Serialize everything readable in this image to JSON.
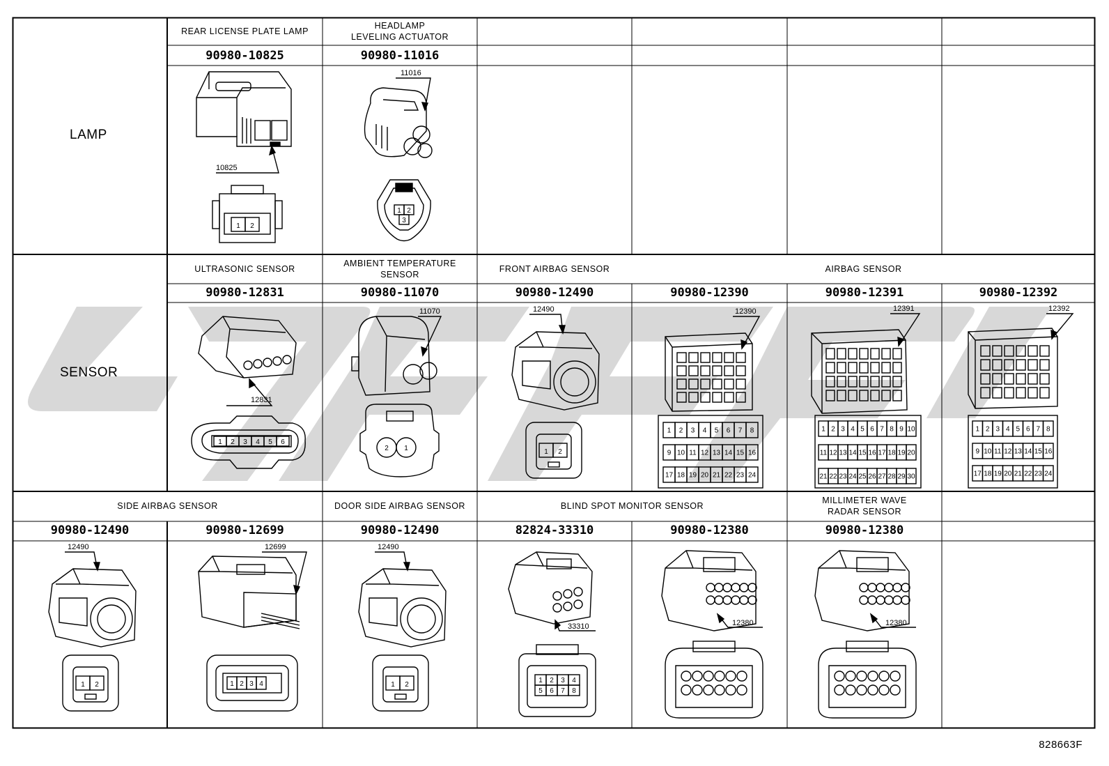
{
  "rows": [
    {
      "label": "LAMP",
      "cells": [
        {
          "caption": "REAR LICENSE PLATE LAMP",
          "part": "90980-10825",
          "callout": "10825",
          "pins": [
            "1",
            "2"
          ]
        },
        {
          "caption": "HEADLAMP\nLEVELING ACTUATOR",
          "part": "90980-11016",
          "callout": "11016",
          "pins": [
            "1",
            "2",
            "3"
          ]
        },
        {
          "caption": "",
          "part": ""
        },
        {
          "caption": "",
          "part": ""
        },
        {
          "caption": "",
          "part": ""
        },
        {
          "caption": "",
          "part": ""
        }
      ]
    },
    {
      "label": "SENSOR",
      "cells": [
        {
          "caption": "ULTRASONIC SENSOR",
          "part": "90980-12831",
          "callout": "12831",
          "pins": [
            "1",
            "2",
            "3",
            "4",
            "5",
            "6"
          ]
        },
        {
          "caption": "AMBIENT TEMPERATURE\nSENSOR",
          "part": "90980-11070",
          "callout": "11070",
          "pins": [
            "2",
            "1"
          ]
        },
        {
          "caption": "FRONT AIRBAG SENSOR",
          "part": "90980-12490",
          "callout": "12490",
          "pins": [
            "1",
            "2"
          ]
        },
        {
          "part": "90980-12390",
          "callout": "12390",
          "pins": [
            "1",
            "2",
            "3",
            "4",
            "5",
            "6",
            "7",
            "8",
            "9",
            "10",
            "11",
            "12",
            "13",
            "14",
            "15",
            "16",
            "17",
            "18",
            "19",
            "20",
            "21",
            "22",
            "23",
            "24"
          ]
        },
        {
          "part": "90980-12391",
          "callout": "12391",
          "pins": [
            "1",
            "2",
            "3",
            "4",
            "5",
            "6",
            "7",
            "8",
            "9",
            "10",
            "11",
            "12",
            "13",
            "14",
            "15",
            "16",
            "17",
            "18",
            "19",
            "20",
            "21",
            "22",
            "23",
            "24",
            "25",
            "26",
            "27",
            "28",
            "29",
            "30"
          ]
        },
        {
          "part": "90980-12392",
          "callout": "12392",
          "pins": [
            "1",
            "2",
            "3",
            "4",
            "5",
            "6",
            "7",
            "8",
            "9",
            "10",
            "11",
            "12",
            "13",
            "14",
            "15",
            "16",
            "17",
            "18",
            "19",
            "20",
            "21",
            "22",
            "23",
            "24"
          ]
        }
      ],
      "span_caption": "AIRBAG SENSOR"
    },
    {
      "label": "",
      "cells": [
        {
          "part": "90980-12490",
          "callout": "12490",
          "pins": [
            "1",
            "2"
          ]
        },
        {
          "part": "90980-12699",
          "callout": "12699",
          "pins": [
            "1",
            "2",
            "3",
            "4"
          ]
        },
        {
          "caption": "DOOR SIDE AIRBAG SENSOR",
          "part": "90980-12490",
          "callout": "12490",
          "pins": [
            "1",
            "2"
          ]
        },
        {
          "part": "82824-33310",
          "callout": "33310",
          "pins": [
            "1",
            "2",
            "3",
            "4",
            "5",
            "6",
            "7",
            "8"
          ]
        },
        {
          "part": "90980-12380",
          "callout": "12380",
          "pins": []
        },
        {
          "caption": "MILLIMETER WAVE\nRADAR SENSOR",
          "part": "90980-12380",
          "callout": "12380",
          "pins": []
        },
        {
          "caption": "",
          "part": ""
        }
      ],
      "span_caption_side": "SIDE AIRBAG SENSOR",
      "span_caption_blind": "BLIND SPOT MONITOR SENSOR"
    }
  ],
  "figure_id": "828663F",
  "colors": {
    "line": "#000000",
    "watermark": "#d0d0d0"
  }
}
